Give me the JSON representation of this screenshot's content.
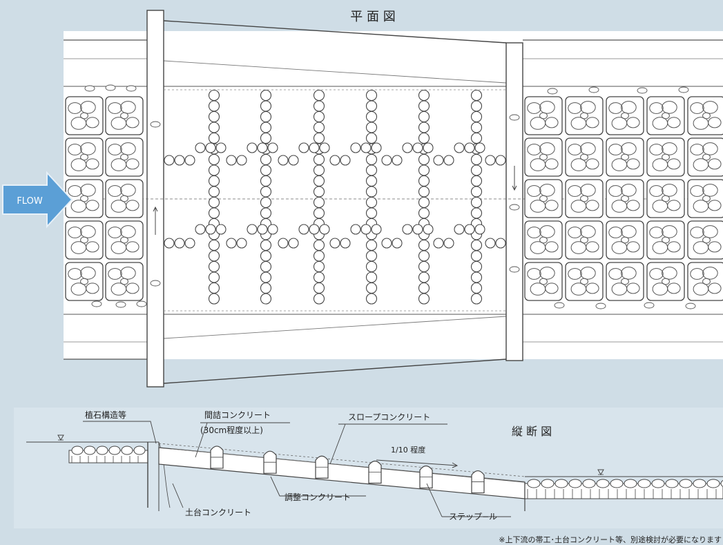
{
  "plan": {
    "title": "平 面 図",
    "flow_label": "FLOW"
  },
  "profile": {
    "title": "縦 断 図",
    "labels": {
      "stone_structure": "植石構造等",
      "gap_concrete_1": "間詰コンクリート",
      "gap_concrete_2": "(30cm程度以上)",
      "slope_concrete": "スロープコンクリート",
      "gradient": "1/10 程度",
      "adjust_concrete": "調整コンクリート",
      "base_concrete": "土台コンクリート",
      "step_pool": "ステップ−ル"
    }
  },
  "footnote": "※上下流の帯工･土台コンクリート等、別途検討が必要になります",
  "colors": {
    "background": "#cfdde6",
    "paper": "#ffffff",
    "line": "#444444",
    "flow_arrow": "#5b9fd6"
  }
}
